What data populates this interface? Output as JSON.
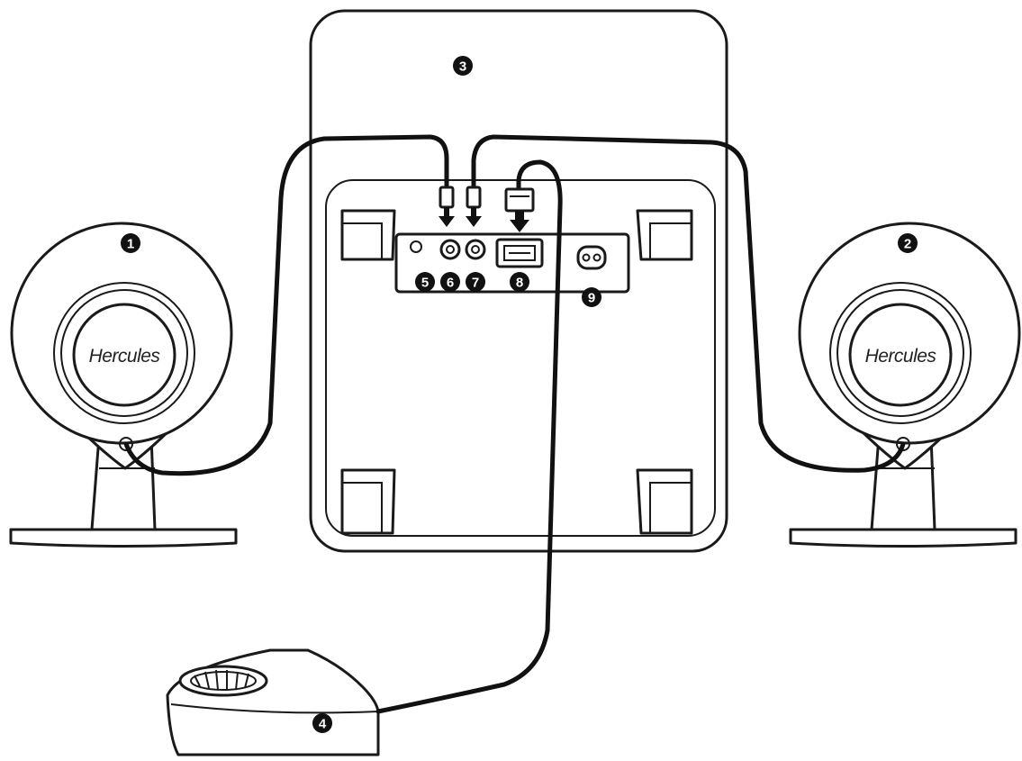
{
  "diagram": {
    "brand_left": "Hercules",
    "brand_right": "Hercules",
    "callouts": {
      "c1": "1",
      "c2": "2",
      "c3": "3",
      "c4": "4",
      "c5": "5",
      "c6": "6",
      "c7": "7",
      "c8": "8",
      "c9": "9"
    }
  },
  "colors": {
    "line": "#1a1a1a",
    "background": "#ffffff"
  }
}
